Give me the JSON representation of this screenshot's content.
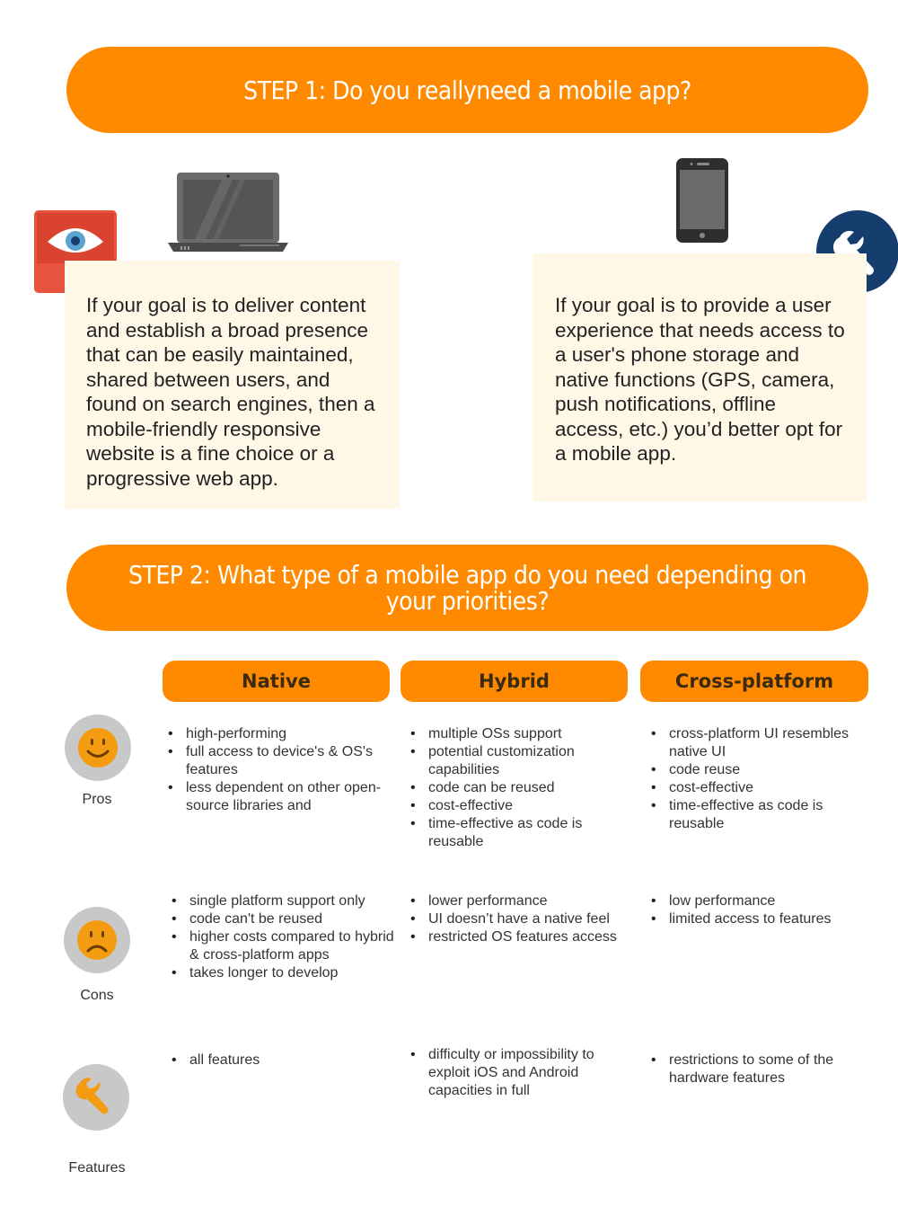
{
  "step1": {
    "title": "STEP 1: Do you reallyneed a mobile app?",
    "left_card": "If your goal is to deliver content and establish a broad presence that can be easily maintained, shared between users, and found on search engines, then a mobile-friendly responsive website is a fine choice or a progressive web app.",
    "right_card": "If your goal is to provide a user experience that needs access to a user's phone storage and native functions (GPS, camera, push notifications, offline access, etc.) you’d better opt for a mobile app.",
    "icons": [
      "eye-video-icon",
      "laptop-icon",
      "smartphone-icon",
      "wrench-icon"
    ]
  },
  "step2": {
    "title": "STEP 2: What type of a mobile app do you need depending on your priorities?",
    "columns": [
      "Native",
      "Hybrid",
      "Cross-platform"
    ],
    "rows": [
      {
        "label": "Pros",
        "icon": "smiley-icon",
        "native": [
          "high-performing",
          "full access to device's & OS's features",
          "less dependent on other open-source libraries and"
        ],
        "hybrid": [
          "multiple OSs support",
          "potential customization capabilities",
          "code can be reused",
          "cost-effective",
          "time-effective as code is reusable"
        ],
        "cross": [
          "cross-platform UI resembles native UI",
          "code reuse",
          "cost-effective",
          "time-effective as code is reusable"
        ]
      },
      {
        "label": "Cons",
        "icon": "sad-face-icon",
        "native": [
          "single platform support only",
          "code can't be reused",
          "higher costs compared to hybrid & cross-platform apps",
          "takes longer to develop"
        ],
        "hybrid": [
          "lower performance",
          "UI doesn’t have a native feel",
          "restricted OS features access"
        ],
        "cross": [
          "low performance",
          "limited access to features"
        ]
      },
      {
        "label": "Features",
        "icon": "wrench-icon",
        "native": [
          "all features"
        ],
        "hybrid": [
          "difficulty or impossibility to exploit iOS and Android capacities in full"
        ],
        "cross": [
          "restrictions to some of the hardware features"
        ]
      }
    ]
  },
  "colors": {
    "accent": "#ff8a00",
    "card": "#fff8e6",
    "icon_red": "#e8533d",
    "icon_navy": "#153e6e",
    "icon_gray": "#c8c8c8",
    "emoji_orange": "#f39c12"
  }
}
